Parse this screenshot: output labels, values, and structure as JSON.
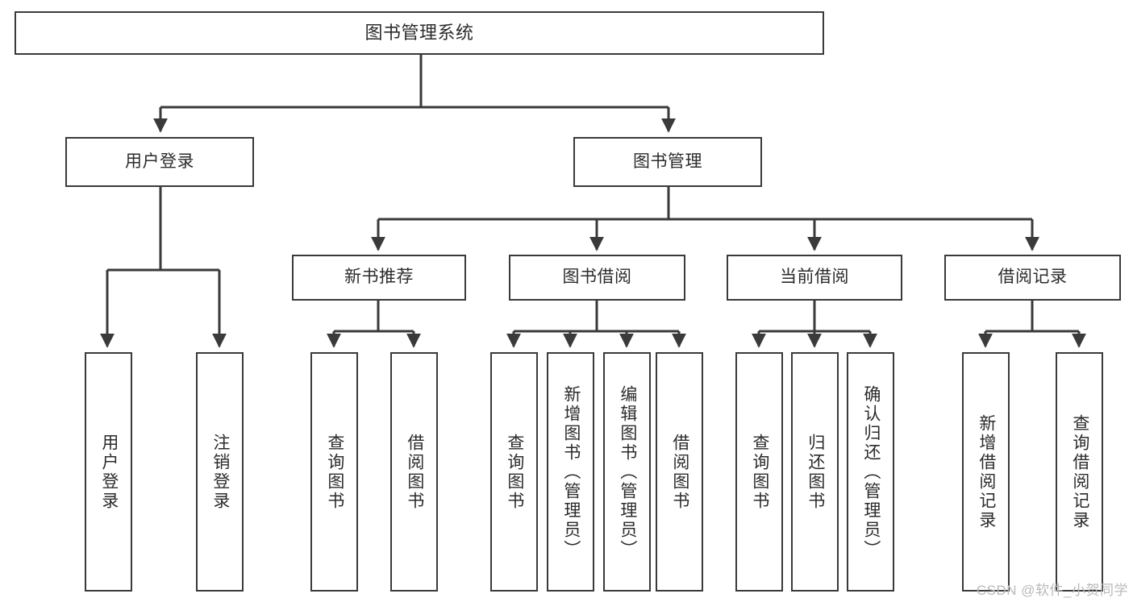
{
  "diagram": {
    "title_text": "图书管理系统",
    "type": "tree-hierarchy-diagram",
    "colors": {
      "background": "#ffffff",
      "box_border": "#3a3a3a",
      "box_fill": "#ffffff",
      "text": "#2b2b2b",
      "connector": "#3a3a3a",
      "watermark": "#b9b9b9"
    },
    "nodes": {
      "root": {
        "label": "图书管理系统"
      },
      "level2": [
        {
          "label": "用户登录"
        },
        {
          "label": "图书管理"
        }
      ],
      "level3": [
        {
          "label": "新书推荐"
        },
        {
          "label": "图书借阅"
        },
        {
          "label": "当前借阅"
        },
        {
          "label": "借阅记录"
        }
      ],
      "leaves": {
        "user_login": [
          {
            "label": "用户登录"
          },
          {
            "label": "注销登录"
          }
        ],
        "new_book_recommend": [
          {
            "label": "查询图书"
          },
          {
            "label": "借阅图书"
          }
        ],
        "book_borrow": [
          {
            "label": "查询图书"
          },
          {
            "label": "新增图书（管理员）"
          },
          {
            "label": "编辑图书（管理员）"
          },
          {
            "label": "借阅图书"
          }
        ],
        "current_borrow": [
          {
            "label": "查询图书"
          },
          {
            "label": "归还图书"
          },
          {
            "label": "确认归还（管理员）"
          }
        ],
        "borrow_record": [
          {
            "label": "新增借阅记录"
          },
          {
            "label": "查询借阅记录"
          }
        ]
      }
    },
    "watermark": "CSDN @软件_小贺同学"
  }
}
